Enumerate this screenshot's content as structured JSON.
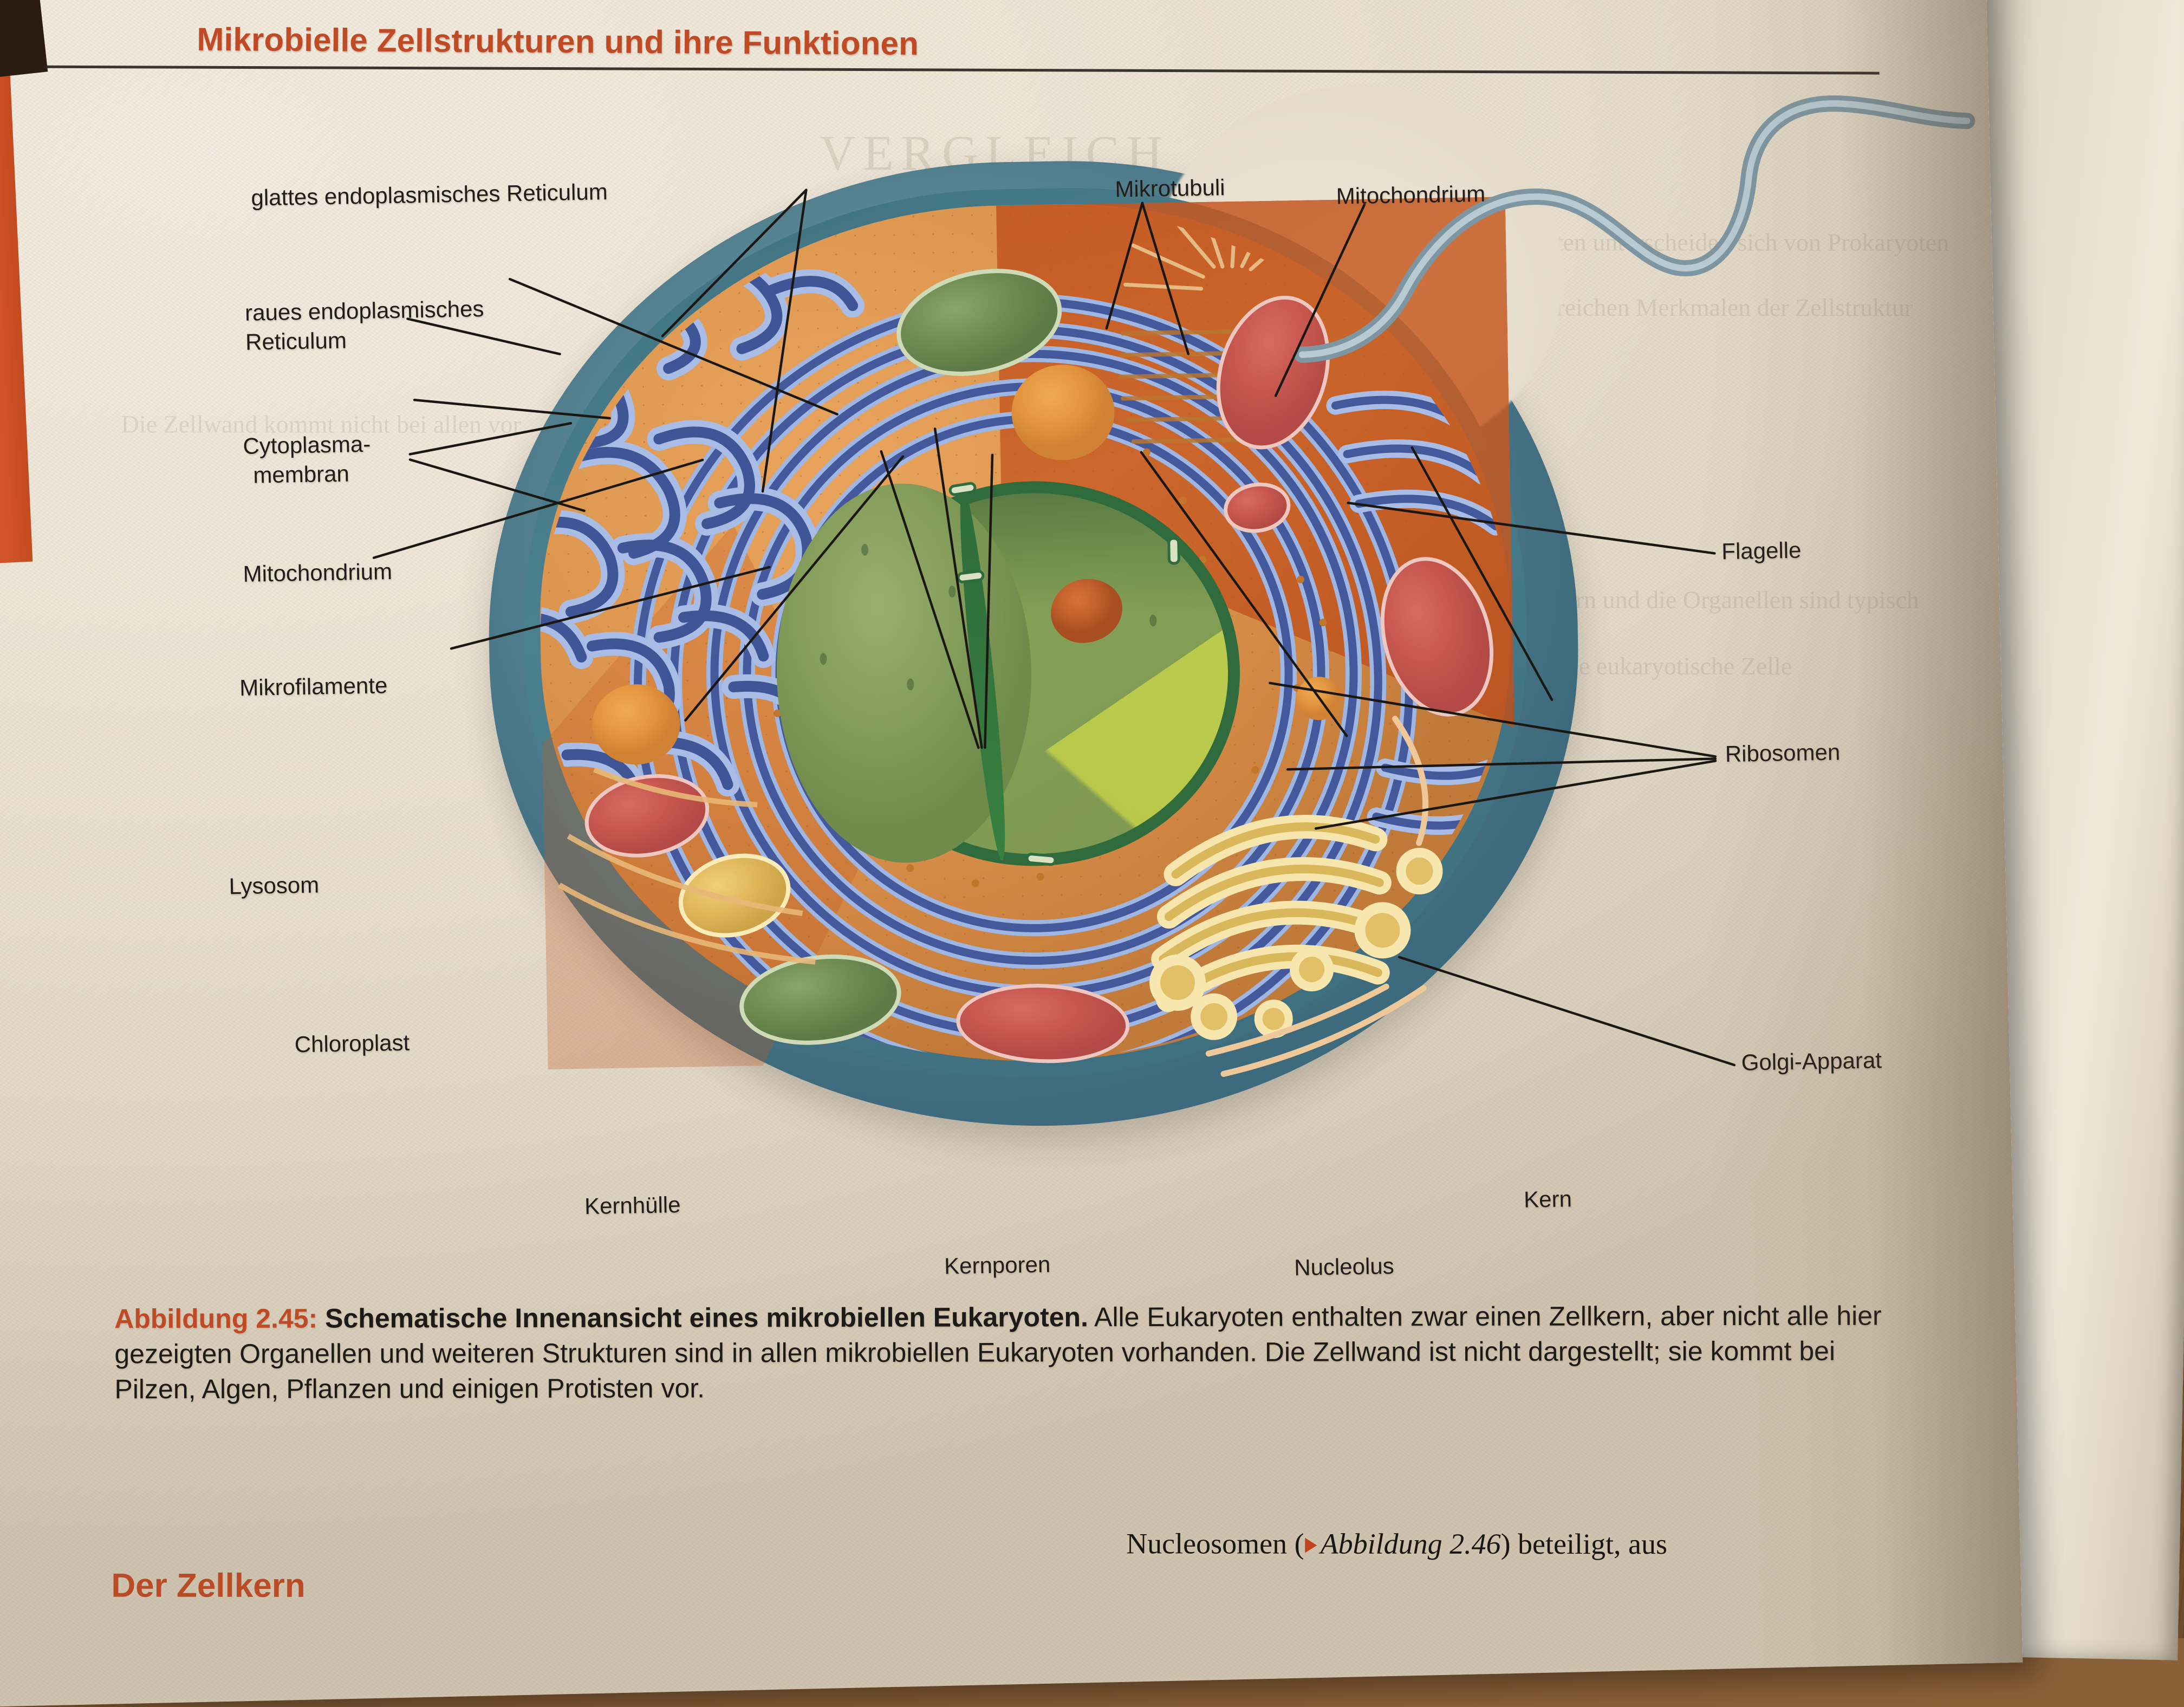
{
  "page": {
    "running_head": "Mikrobielle Zellstrukturen und ihre Funktionen",
    "bottom_heading": "Der Zellkern",
    "bottom_body_prefix": "Nucleosomen  (",
    "bottom_body_italic": "Abbildung  2.46",
    "bottom_body_suffix": ")  beteiligt,  aus"
  },
  "figure": {
    "caption": {
      "number": "Abbildung 2.45:",
      "bold_title": "Schematische Innenansicht eines mikrobiellen Eukaryoten.",
      "rest": " Alle Eukaryoten enthalten zwar einen Zellkern, aber nicht alle hier gezeigten Organellen und weiteren Strukturen sind in allen mikrobiellen Eukaryoten vorhanden. Die Zellwand ist nicht dargestellt; sie kommt bei Pilzen, Algen, Pflanzen und einigen Protisten vor."
    },
    "labels": [
      {
        "id": "glattes-er",
        "text": "glattes endoplasmisches Reticulum"
      },
      {
        "id": "raues-er-line1",
        "text": "raues endoplasmisches"
      },
      {
        "id": "raues-er-line2",
        "text": "Reticulum"
      },
      {
        "id": "cytoplasmamembran-l1",
        "text": "Cytoplasma-"
      },
      {
        "id": "cytoplasmamembran-l2",
        "text": "membran"
      },
      {
        "id": "mitochondrium-left",
        "text": "Mitochondrium"
      },
      {
        "id": "mikrofilamente",
        "text": "Mikrofilamente"
      },
      {
        "id": "lysosom",
        "text": "Lysosom"
      },
      {
        "id": "chloroplast",
        "text": "Chloroplast"
      },
      {
        "id": "kernhuelle",
        "text": "Kernhülle"
      },
      {
        "id": "kernporen",
        "text": "Kernporen"
      },
      {
        "id": "nucleolus",
        "text": "Nucleolus"
      },
      {
        "id": "kern",
        "text": "Kern"
      },
      {
        "id": "mikrotubuli",
        "text": "Mikrotubuli"
      },
      {
        "id": "mitochondrium-top",
        "text": "Mitochondrium"
      },
      {
        "id": "flagelle",
        "text": "Flagelle"
      },
      {
        "id": "ribosomen",
        "text": "Ribosomen"
      },
      {
        "id": "golgi-apparat",
        "text": "Golgi-Apparat"
      }
    ]
  },
  "colors": {
    "accent_red": "#bf4a26",
    "paper": "#ece4d5",
    "membrane_teal": "#4f7c8c",
    "cytosol_orange": "#dd9750",
    "cutaway_orange": "#c1531f",
    "er_blue": "#43589b",
    "nucleus_green": "#84a057",
    "nucleolus_orange": "#c2612c",
    "mito_red": "#c85850",
    "golgi_yellow": "#e3c369",
    "chloroplast_green": "#6f8c53",
    "flagellum_grey": "#8fa5ae",
    "label_text": "#211d1a",
    "desk_wood": "#8a6038"
  },
  "showthrough": {
    "lines": [
      "VERGLEICH",
      "Eukaryoten unterscheiden sich von Prokaryoten",
      "in zahlreichen Merkmalen der Zellstruktur",
      "Zellkern und die Organellen sind typisch",
      "für die eukaryotische Zelle",
      "Die Zellwand kommt nicht bei allen vor"
    ]
  }
}
